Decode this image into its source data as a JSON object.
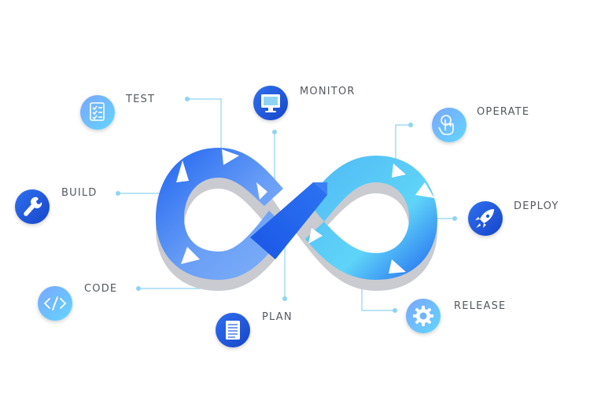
{
  "stages": [
    {
      "key": "test",
      "label": "TEST",
      "icon": "checklist-icon",
      "color": "#6aa8ff"
    },
    {
      "key": "monitor",
      "label": "MONITOR",
      "icon": "monitor-icon",
      "color": "#1f5bdc"
    },
    {
      "key": "operate",
      "label": "OPERATE",
      "icon": "hand-touch-icon",
      "color": "#7bd4ff"
    },
    {
      "key": "build",
      "label": "BUILD",
      "icon": "wrench-icon",
      "color": "#1f5bdc"
    },
    {
      "key": "deploy",
      "label": "DEPLOY",
      "icon": "rocket-icon",
      "color": "#1f5bdc"
    },
    {
      "key": "code",
      "label": "CODE",
      "icon": "code-icon",
      "color": "#6aa8ff"
    },
    {
      "key": "plan",
      "label": "PLAN",
      "icon": "document-icon",
      "color": "#1f5bdc"
    },
    {
      "key": "release",
      "label": "RELEASE",
      "icon": "gear-icon",
      "color": "#6aa8ff"
    }
  ],
  "colors": {
    "loop_dark": "#1e63f0",
    "loop_mid": "#5a9cf6",
    "loop_light": "#5fd4f8",
    "shadow": "#c9cbd0",
    "connector": "#8fd3f4"
  }
}
